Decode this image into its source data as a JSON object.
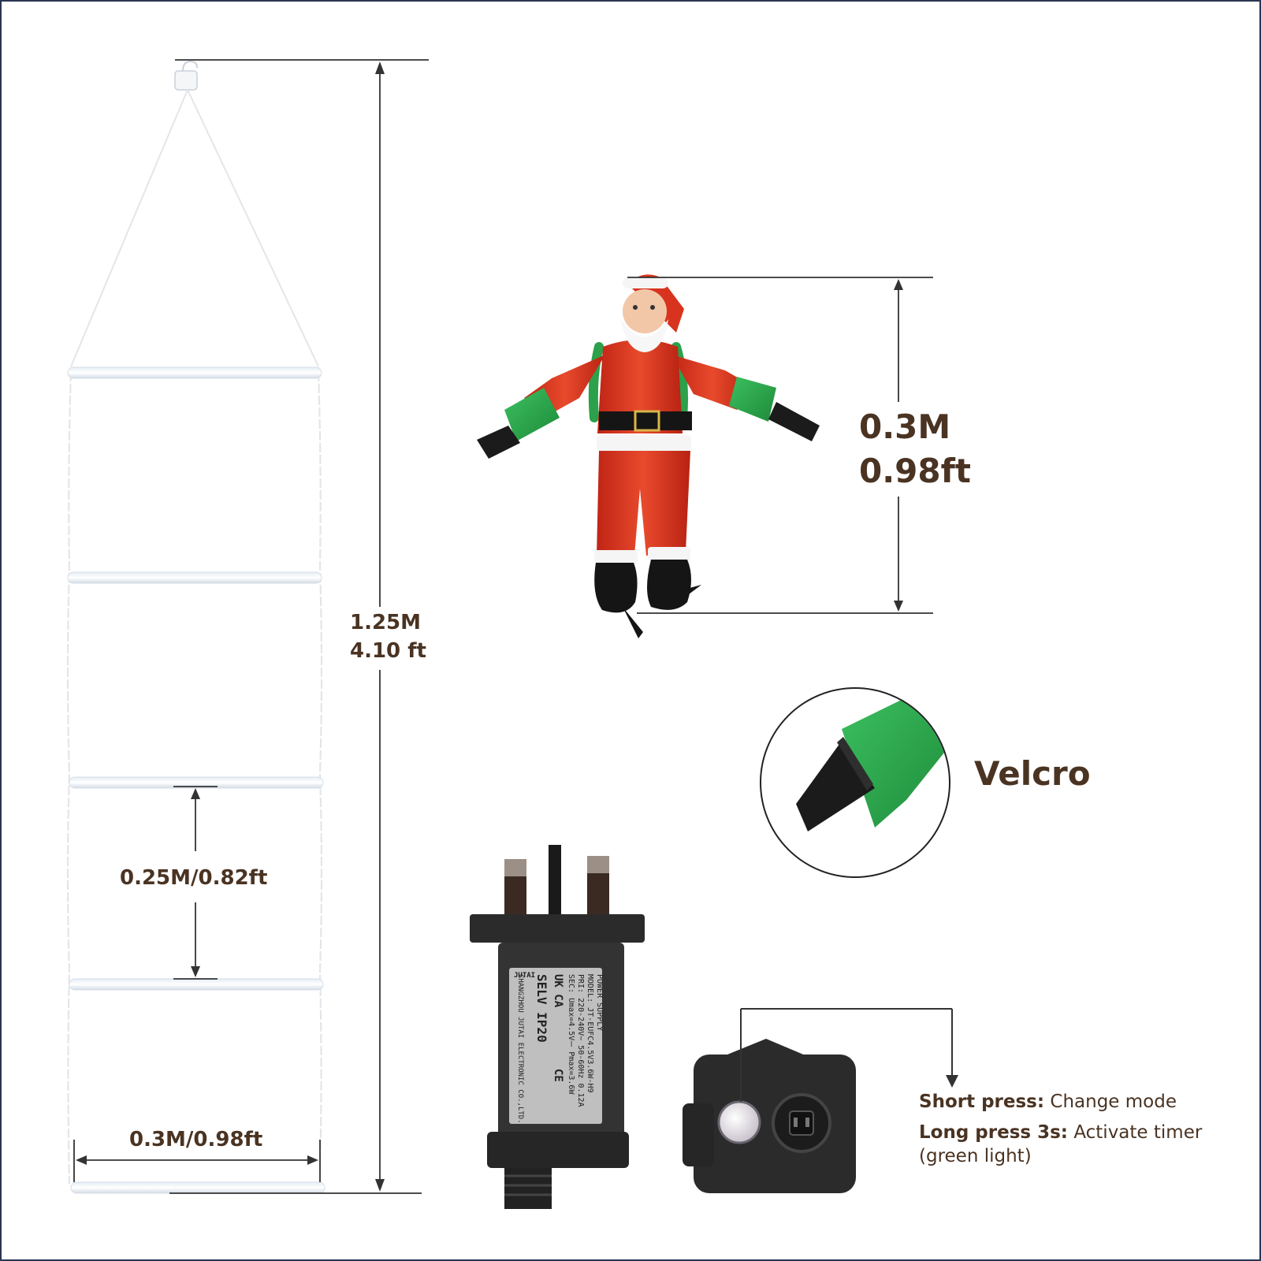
{
  "dimensions": {
    "total_height_metric": "1.25M",
    "total_height_imperial": "4.10 ft",
    "rung_spacing": "0.25M/0.82ft",
    "ladder_width": "0.3M/0.98ft",
    "santa_height_metric": "0.3M",
    "santa_height_imperial": "0.98ft"
  },
  "velcro": {
    "label": "Velcro"
  },
  "controller": {
    "short_press_label": "Short press:",
    "short_press_text": "Change mode",
    "long_press_label": "Long press 3s:",
    "long_press_text": "Activate timer",
    "long_press_note": "(green light)"
  },
  "adapter_label": {
    "brand": "JUTAI",
    "title": "POWER SUPPLY",
    "model": "MODEL: JT-EUFC4.5V3.6W-H9",
    "pri": "PRI: 220-240V~ 50-60Hz 0.12A",
    "sec": "SEC: Umax=4.5V⎓ Pmax=3.6W",
    "cert": "UK CA",
    "ce": "CE",
    "rating": "SELV IP20",
    "maker": "CHANGZHOU JUTAI ELECTRONIC CO.,LTD."
  },
  "colors": {
    "text_brown": "#4a3322",
    "frame_navy": "#2a3550",
    "santa_red": "#d8331e",
    "santa_green": "#2aa14a",
    "adapter_black": "#2b2b2b"
  }
}
